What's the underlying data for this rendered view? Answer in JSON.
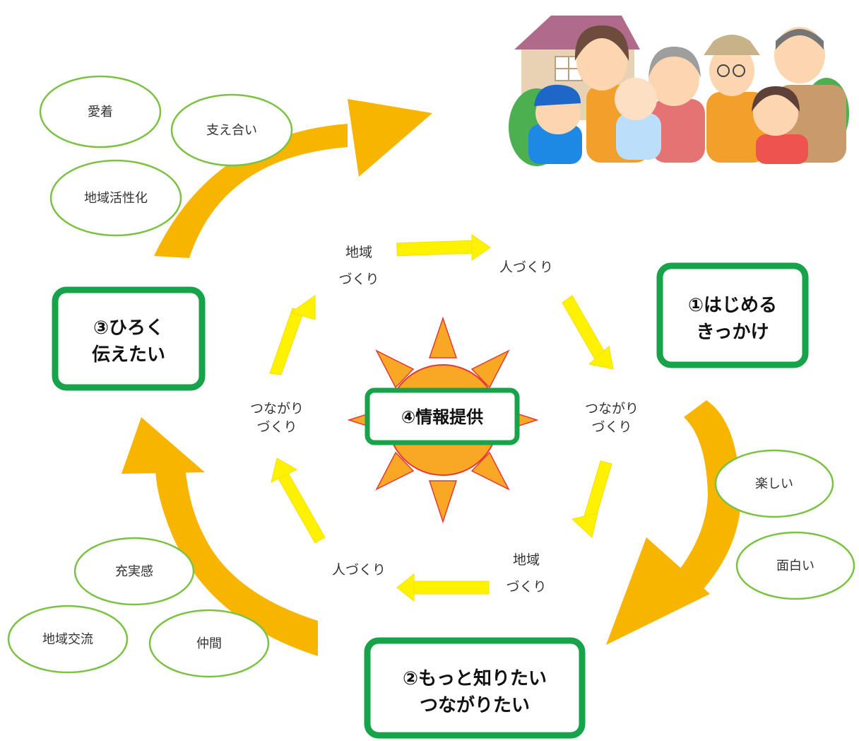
{
  "stages": {
    "stage1": [
      "①はじめる",
      "きっかけ"
    ],
    "stage2": [
      "②もっと知りたい",
      "つながりたい"
    ],
    "stage3": [
      "③ひろく",
      "伝えたい"
    ],
    "center": "④情報提供"
  },
  "inner_cycle": {
    "top_left": [
      "地域",
      "づくり"
    ],
    "top_right": "人づくり",
    "right": [
      "つながり",
      "づくり"
    ],
    "bottom_right": [
      "地域",
      "づくり"
    ],
    "bottom_left": "人づくり",
    "left": [
      "つながり",
      "づくり"
    ]
  },
  "ovals": {
    "aichaku": "愛着",
    "sasaeai": "支え合い",
    "chiiki_kasseika": "地域活性化",
    "tanoshii": "楽しい",
    "omoshiroi": "面白い",
    "juujitsukan": "充実感",
    "chiiki_kouryuu": "地域交流",
    "nakama": "仲間"
  },
  "colors": {
    "green": "#16a34a",
    "oval_green": "#7cc242",
    "orange_arrow": "#f8b500",
    "yellow_arrow": "#fff200",
    "sun_fill": "#f9a825",
    "sun_stroke": "#e53935"
  },
  "illustration": "family-in-front-of-house"
}
